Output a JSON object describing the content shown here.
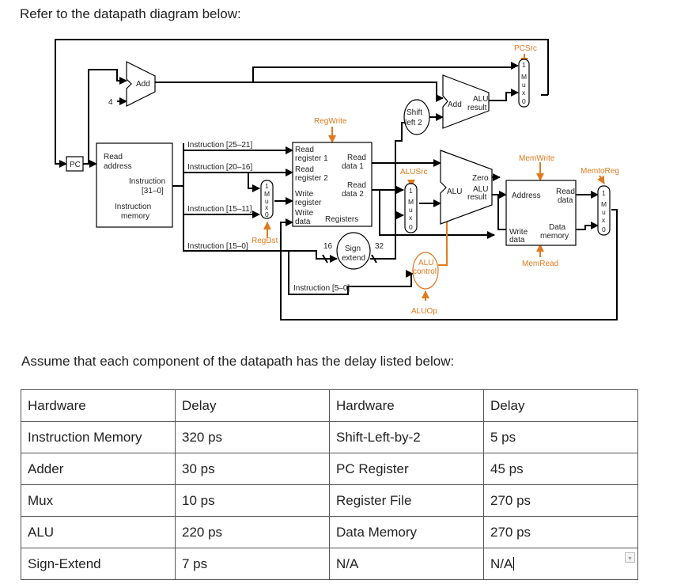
{
  "intro_text": "Refer to the datapath diagram below:",
  "assume_text": "Assume that each component of the datapath has the delay listed below:",
  "diagram": {
    "pc": "PC",
    "add_top": "Add",
    "four": "4",
    "add2": "Add",
    "add2_alu": "ALU",
    "add2_result": "result",
    "shift_left_2": [
      "Shift",
      "left 2"
    ],
    "pcsrc": "PCSrc",
    "mux_label": [
      "M",
      "u",
      "x"
    ],
    "mux_one": "1",
    "mux_zero": "0",
    "imem_read_address": [
      "Read",
      "address"
    ],
    "imem_instruction": [
      "Instruction",
      "[31–0]"
    ],
    "imem_name": [
      "Instruction",
      "memory"
    ],
    "instr_25_21": "Instruction [25–21]",
    "instr_20_16": "Instruction [20–16]",
    "instr_15_11": "Instruction [15–11]",
    "instr_15_0": "Instruction [15–0]",
    "instr_5_0": "Instruction [5–0]",
    "regwrite": "RegWrite",
    "regdst": "RegDst",
    "reg_read1": [
      "Read",
      "register 1"
    ],
    "reg_read2": [
      "Read",
      "register 2"
    ],
    "reg_write": [
      "Write",
      "register"
    ],
    "reg_write_data": [
      "Write",
      "data"
    ],
    "reg_data1": [
      "Read",
      "data 1"
    ],
    "reg_data2": [
      "Read",
      "data 2"
    ],
    "registers": "Registers",
    "sixteen": "16",
    "thirtytwo": "32",
    "sign_extend": [
      "Sign",
      "extend"
    ],
    "alusrc": "ALUSrc",
    "alu_control": [
      "ALU",
      "control"
    ],
    "aluop": "ALUOp",
    "alu": "ALU",
    "zero": "Zero",
    "alu_result": [
      "ALU",
      "result"
    ],
    "memwrite": "MemWrite",
    "memread": "MemRead",
    "memtoreg": "MemtoReg",
    "dmem_address": "Address",
    "dmem_read_data": [
      "Read",
      "data"
    ],
    "dmem_write_data": [
      "Write",
      "data"
    ],
    "dmem_name": [
      "Data",
      "memory"
    ]
  },
  "table": {
    "headers": [
      "Hardware",
      "Delay",
      "Hardware",
      "Delay"
    ],
    "rows": [
      [
        "Instruction Memory",
        "320 ps",
        "Shift-Left-by-2",
        "5 ps"
      ],
      [
        "Adder",
        "30 ps",
        "PC Register",
        "45 ps"
      ],
      [
        "Mux",
        "10 ps",
        "Register File",
        "270 ps"
      ],
      [
        "ALU",
        "220 ps",
        "Data Memory",
        "270 ps"
      ],
      [
        "Sign-Extend",
        "7 ps",
        "N/A",
        "N/A"
      ]
    ]
  },
  "colors": {
    "control": "#e07a1f",
    "wire": "#000000",
    "text": "#222222"
  }
}
